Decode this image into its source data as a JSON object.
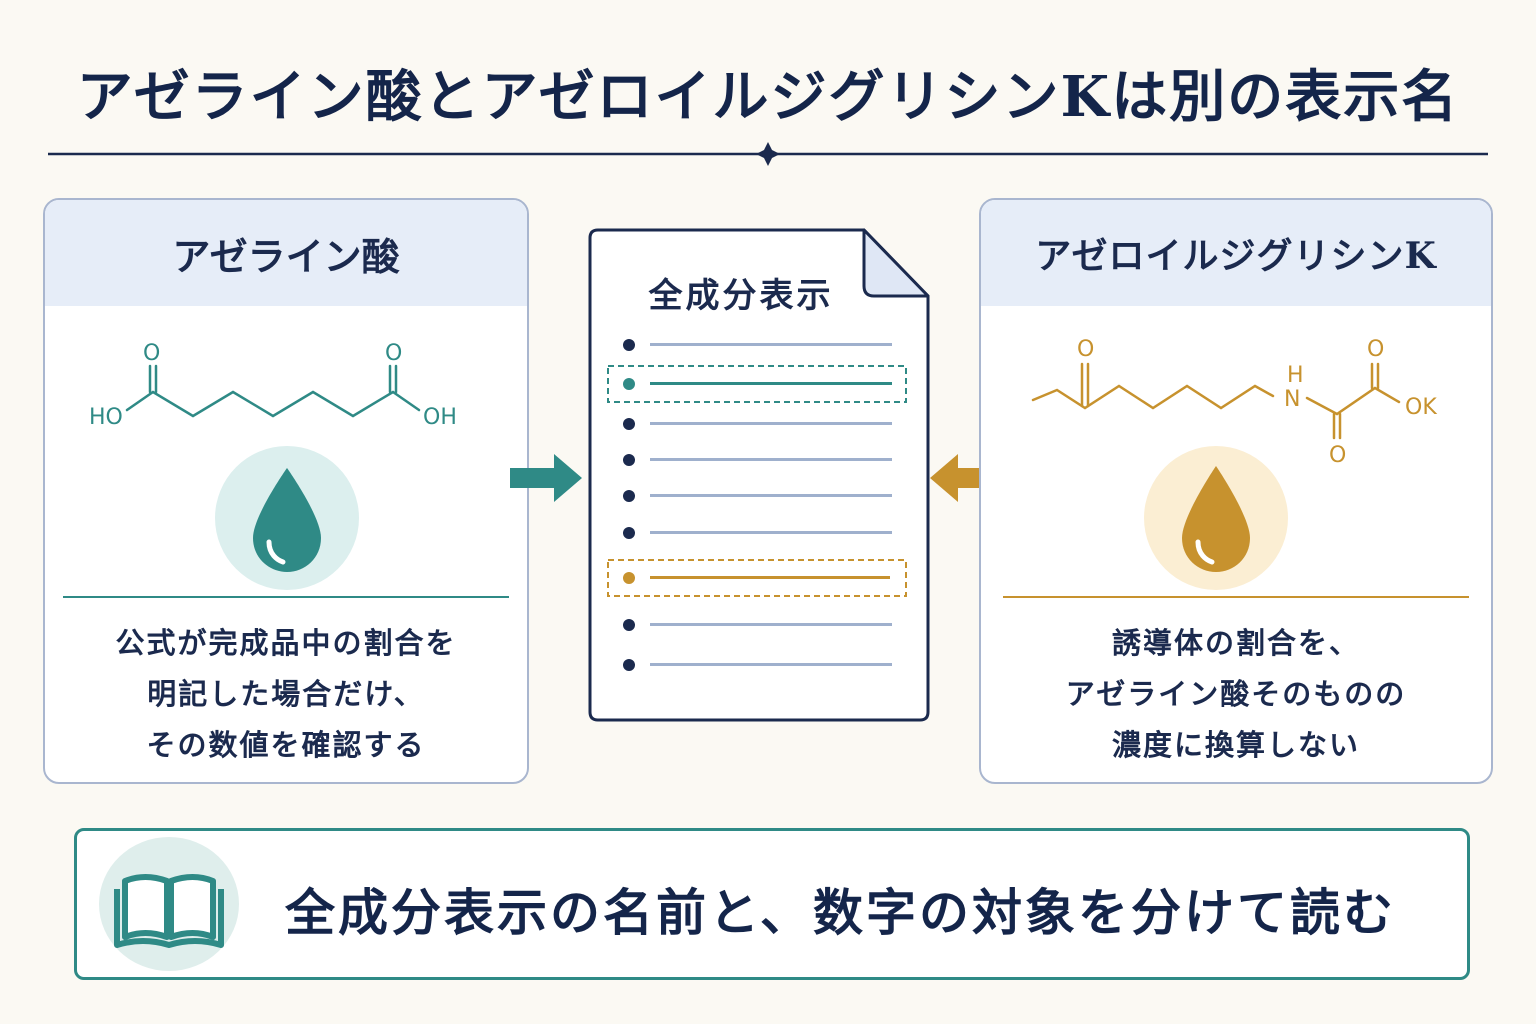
{
  "title": "アゼライン酸とアゼロイルジグリシンKは別の表示名",
  "left_panel": {
    "heading": "アゼライン酸",
    "molecule": {
      "left_label": "HO",
      "right_label": "OH",
      "o1": "O",
      "o2": "O"
    },
    "lines": [
      "公式が完成品中の割合を",
      "明記した場合だけ、",
      "その数値を確認する"
    ]
  },
  "right_panel": {
    "heading": "アゼロイルジグリシンK",
    "molecule": {
      "o_top_left": "O",
      "h": "H",
      "n": "N",
      "o_top_right": "O",
      "ok": "OK",
      "o_bottom": "O"
    },
    "lines": [
      "誘導体の割合を、",
      "アゼライン酸そのものの",
      "濃度に換算しない"
    ]
  },
  "document": {
    "title": "全成分表示"
  },
  "bottom": {
    "text": "全成分表示の名前と、数字の対象を分けて読む"
  },
  "colors": {
    "navy": "#1b2a4e",
    "teal": "#2f8a86",
    "gold": "#c7922e",
    "list_line": "#9fb0cd"
  },
  "icons": [
    "sparkle-icon",
    "water-drop-icon",
    "arrow-right-icon",
    "arrow-left-icon",
    "document-icon",
    "open-book-icon"
  ]
}
